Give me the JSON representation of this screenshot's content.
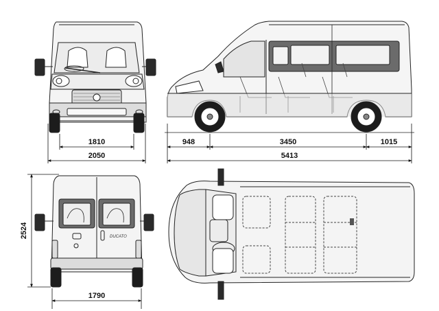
{
  "colors": {
    "line": "#222222",
    "body_shade": "#e6e6e6",
    "window_dark": "#6b6b6b",
    "tire": "#1c1c1c",
    "mirror": "#2a2a2a",
    "dimension": "#111111"
  },
  "dimensions": {
    "front_track": "1810",
    "front_width": "2050",
    "front_overhang": "948",
    "wheelbase": "3450",
    "rear_overhang": "1015",
    "overall_length": "5413",
    "overall_height": "2524",
    "rear_track": "1790"
  },
  "rear_badge": "DUCATO"
}
